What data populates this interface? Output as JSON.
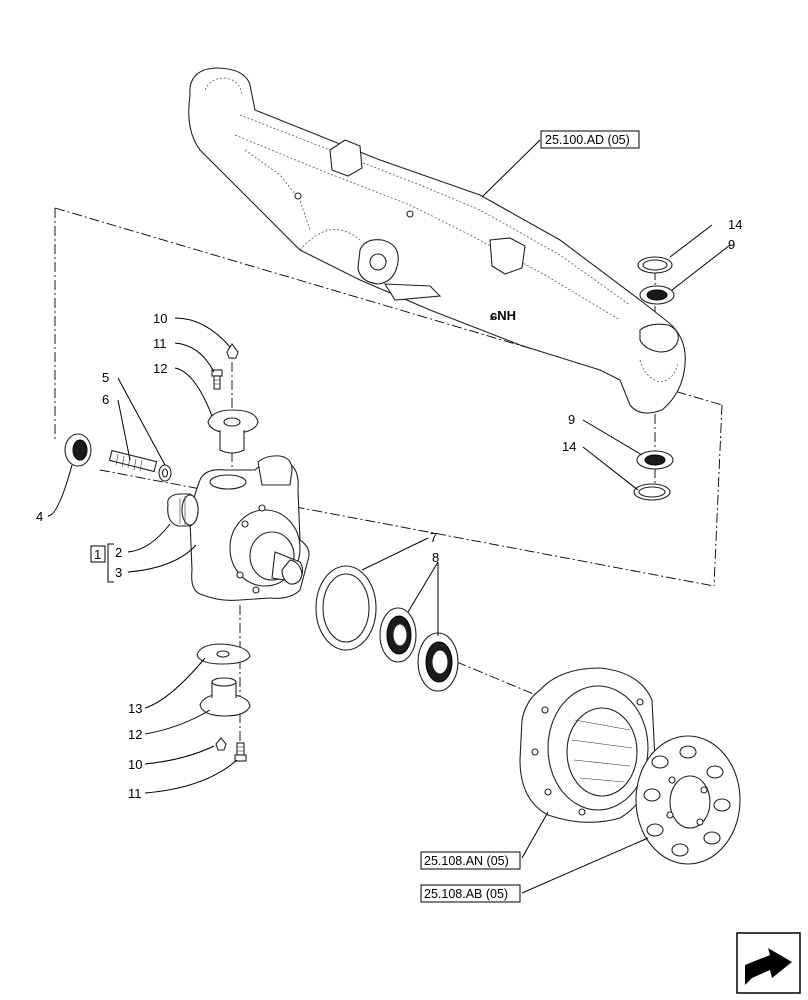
{
  "diagram": {
    "callouts": [
      {
        "id": "c10a",
        "label": "10"
      },
      {
        "id": "c11a",
        "label": "11"
      },
      {
        "id": "c12a",
        "label": "12"
      },
      {
        "id": "c5",
        "label": "5"
      },
      {
        "id": "c6",
        "label": "6"
      },
      {
        "id": "c4",
        "label": "4"
      },
      {
        "id": "c1",
        "label": "1"
      },
      {
        "id": "c2",
        "label": "2"
      },
      {
        "id": "c3",
        "label": "3"
      },
      {
        "id": "c14a",
        "label": "14"
      },
      {
        "id": "c9a",
        "label": "9"
      },
      {
        "id": "c9b",
        "label": "9"
      },
      {
        "id": "c14b",
        "label": "14"
      },
      {
        "id": "c7",
        "label": "7"
      },
      {
        "id": "c8",
        "label": "8"
      },
      {
        "id": "c13",
        "label": "13"
      },
      {
        "id": "c12b",
        "label": "12"
      },
      {
        "id": "c10b",
        "label": "10"
      },
      {
        "id": "c11b",
        "label": "11"
      }
    ],
    "references": [
      {
        "id": "ref-axle",
        "label": "25.100.AD (05)"
      },
      {
        "id": "ref-hub",
        "label": "25.108.AN (05)"
      },
      {
        "id": "ref-gear",
        "label": "25.108.AB (05)"
      }
    ],
    "nav_icon": "next-page-arrow-icon",
    "ink_color": "#000000"
  }
}
